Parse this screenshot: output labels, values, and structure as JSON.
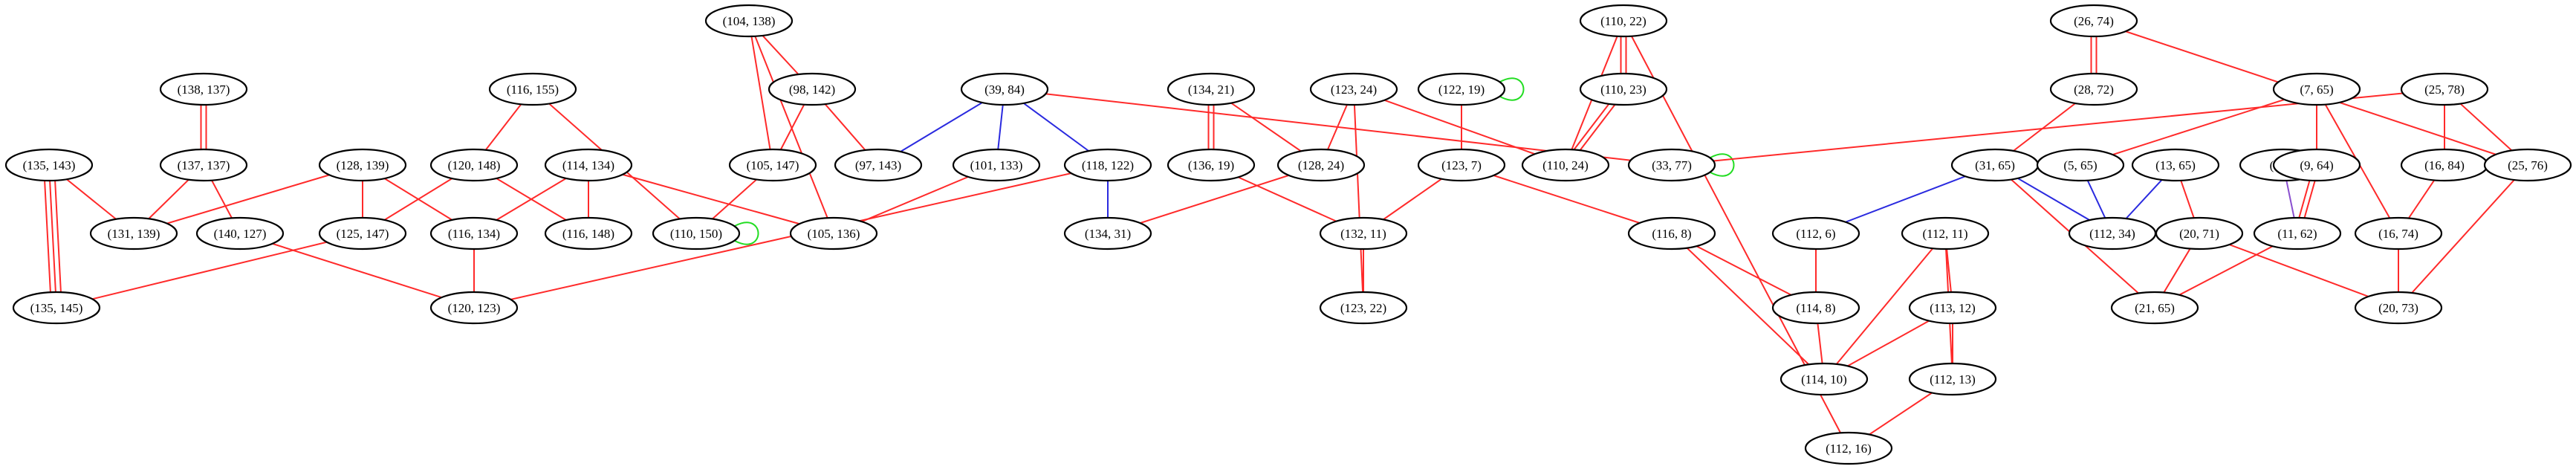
{
  "colors": {
    "red": "#ff2a2a",
    "blue": "#2a2adf",
    "green": "#22dd22",
    "purple": "#8a4fcf"
  },
  "nodes": [
    {
      "id": "n_104_138",
      "label": "(104, 138)"
    },
    {
      "id": "n_98_142",
      "label": "(98, 142)"
    },
    {
      "id": "n_105_147",
      "label": "(105, 147)"
    },
    {
      "id": "n_97_143",
      "label": "(97, 143)"
    },
    {
      "id": "n_105_136",
      "label": "(105, 136)"
    },
    {
      "id": "n_138_137",
      "label": "(138, 137)"
    },
    {
      "id": "n_137_137",
      "label": "(137, 137)"
    },
    {
      "id": "n_131_139",
      "label": "(131, 139)"
    },
    {
      "id": "n_140_127",
      "label": "(140, 127)"
    },
    {
      "id": "n_135_143",
      "label": "(135, 143)"
    },
    {
      "id": "n_135_145",
      "label": "(135, 145)"
    },
    {
      "id": "n_128_139",
      "label": "(128, 139)"
    },
    {
      "id": "n_125_147",
      "label": "(125, 147)"
    },
    {
      "id": "n_116_134",
      "label": "(116, 134)"
    },
    {
      "id": "n_120_123",
      "label": "(120, 123)"
    },
    {
      "id": "n_116_155",
      "label": "(116, 155)"
    },
    {
      "id": "n_120_148",
      "label": "(120, 148)"
    },
    {
      "id": "n_114_134",
      "label": "(114, 134)"
    },
    {
      "id": "n_116_148",
      "label": "(116, 148)"
    },
    {
      "id": "n_110_150",
      "label": "(110, 150)"
    },
    {
      "id": "n_39_84",
      "label": "(39, 84)"
    },
    {
      "id": "n_101_133",
      "label": "(101, 133)"
    },
    {
      "id": "n_118_122",
      "label": "(118, 122)"
    },
    {
      "id": "n_134_31",
      "label": "(134, 31)"
    },
    {
      "id": "n_134_21",
      "label": "(134, 21)"
    },
    {
      "id": "n_136_19",
      "label": "(136, 19)"
    },
    {
      "id": "n_128_24",
      "label": "(128, 24)"
    },
    {
      "id": "n_132_11",
      "label": "(132, 11)"
    },
    {
      "id": "n_123_22",
      "label": "(123, 22)"
    },
    {
      "id": "n_123_24",
      "label": "(123, 24)"
    },
    {
      "id": "n_122_19",
      "label": "(122, 19)"
    },
    {
      "id": "n_123_7",
      "label": "(123, 7)"
    },
    {
      "id": "n_110_22",
      "label": "(110, 22)"
    },
    {
      "id": "n_110_23",
      "label": "(110, 23)"
    },
    {
      "id": "n_110_24",
      "label": "(110, 24)"
    },
    {
      "id": "n_33_77",
      "label": "(33, 77)"
    },
    {
      "id": "n_116_8",
      "label": "(116, 8)"
    },
    {
      "id": "n_114_8",
      "label": "(114, 8)"
    },
    {
      "id": "n_114_10",
      "label": "(114, 10)"
    },
    {
      "id": "n_112_6",
      "label": "(112, 6)"
    },
    {
      "id": "n_112_11",
      "label": "(112, 11)"
    },
    {
      "id": "n_113_12",
      "label": "(113, 12)"
    },
    {
      "id": "n_112_13",
      "label": "(112, 13)"
    },
    {
      "id": "n_112_16",
      "label": "(112, 16)"
    },
    {
      "id": "n_26_74",
      "label": "(26, 74)"
    },
    {
      "id": "n_28_72",
      "label": "(28, 72)"
    },
    {
      "id": "n_31_65",
      "label": "(31, 65)"
    },
    {
      "id": "n_5_65",
      "label": "(5, 65)"
    },
    {
      "id": "n_112_34",
      "label": "(112, 34)"
    },
    {
      "id": "n_13_65",
      "label": "(13, 65)"
    },
    {
      "id": "n_20_71",
      "label": "(20, 71)"
    },
    {
      "id": "n_21_65",
      "label": "(21, 65)"
    },
    {
      "id": "n_0_0",
      "label": "(0, 0)"
    },
    {
      "id": "n_7_65",
      "label": "(7, 65)"
    },
    {
      "id": "n_9_64",
      "label": "(9, 64)"
    },
    {
      "id": "n_11_62",
      "label": "(11, 62)"
    },
    {
      "id": "n_25_78",
      "label": "(25, 78)"
    },
    {
      "id": "n_16_84",
      "label": "(16, 84)"
    },
    {
      "id": "n_16_74",
      "label": "(16, 74)"
    },
    {
      "id": "n_25_76",
      "label": "(25, 76)"
    },
    {
      "id": "n_20_73",
      "label": "(20, 73)"
    }
  ],
  "edges": [
    {
      "from": "n_104_138",
      "to": "n_98_142",
      "color": "red"
    },
    {
      "from": "n_104_138",
      "to": "n_105_147",
      "color": "red"
    },
    {
      "from": "n_104_138",
      "to": "n_105_136",
      "color": "red"
    },
    {
      "from": "n_98_142",
      "to": "n_105_147",
      "color": "red"
    },
    {
      "from": "n_98_142",
      "to": "n_97_143",
      "color": "red"
    },
    {
      "from": "n_105_147",
      "to": "n_110_150",
      "color": "red"
    },
    {
      "from": "n_138_137",
      "to": "n_137_137",
      "color": "red"
    },
    {
      "from": "n_138_137",
      "to": "n_137_137",
      "color": "red"
    },
    {
      "from": "n_137_137",
      "to": "n_131_139",
      "color": "red"
    },
    {
      "from": "n_137_137",
      "to": "n_140_127",
      "color": "red"
    },
    {
      "from": "n_135_143",
      "to": "n_135_145",
      "color": "red"
    },
    {
      "from": "n_135_143",
      "to": "n_135_145",
      "color": "red"
    },
    {
      "from": "n_135_143",
      "to": "n_135_145",
      "color": "red"
    },
    {
      "from": "n_135_143",
      "to": "n_131_139",
      "color": "red"
    },
    {
      "from": "n_128_139",
      "to": "n_131_139",
      "color": "red"
    },
    {
      "from": "n_128_139",
      "to": "n_125_147",
      "color": "red"
    },
    {
      "from": "n_128_139",
      "to": "n_116_134",
      "color": "red"
    },
    {
      "from": "n_140_127",
      "to": "n_120_123",
      "color": "red"
    },
    {
      "from": "n_125_147",
      "to": "n_135_145",
      "color": "red"
    },
    {
      "from": "n_116_134",
      "to": "n_120_123",
      "color": "red"
    },
    {
      "from": "n_116_155",
      "to": "n_120_148",
      "color": "red"
    },
    {
      "from": "n_116_155",
      "to": "n_110_150",
      "color": "red"
    },
    {
      "from": "n_120_148",
      "to": "n_125_147",
      "color": "red"
    },
    {
      "from": "n_120_148",
      "to": "n_116_148",
      "color": "red"
    },
    {
      "from": "n_114_134",
      "to": "n_116_134",
      "color": "red"
    },
    {
      "from": "n_114_134",
      "to": "n_116_148",
      "color": "red"
    },
    {
      "from": "n_114_134",
      "to": "n_105_136",
      "color": "red"
    },
    {
      "from": "n_110_150",
      "to": "n_110_150",
      "color": "green",
      "loop": true
    },
    {
      "from": "n_39_84",
      "to": "n_97_143",
      "color": "blue"
    },
    {
      "from": "n_39_84",
      "to": "n_101_133",
      "color": "blue"
    },
    {
      "from": "n_39_84",
      "to": "n_118_122",
      "color": "blue"
    },
    {
      "from": "n_39_84",
      "to": "n_33_77",
      "color": "red"
    },
    {
      "from": "n_101_133",
      "to": "n_105_136",
      "color": "red"
    },
    {
      "from": "n_118_122",
      "to": "n_134_31",
      "color": "blue"
    },
    {
      "from": "n_118_122",
      "to": "n_120_123",
      "color": "red"
    },
    {
      "from": "n_134_21",
      "to": "n_136_19",
      "color": "red"
    },
    {
      "from": "n_134_21",
      "to": "n_136_19",
      "color": "red"
    },
    {
      "from": "n_134_21",
      "to": "n_128_24",
      "color": "red"
    },
    {
      "from": "n_136_19",
      "to": "n_132_11",
      "color": "red"
    },
    {
      "from": "n_128_24",
      "to": "n_134_31",
      "color": "red"
    },
    {
      "from": "n_123_24",
      "to": "n_128_24",
      "color": "red"
    },
    {
      "from": "n_123_24",
      "to": "n_123_22",
      "color": "red"
    },
    {
      "from": "n_123_24",
      "to": "n_110_24",
      "color": "red"
    },
    {
      "from": "n_132_11",
      "to": "n_123_22",
      "color": "red"
    },
    {
      "from": "n_122_19",
      "to": "n_122_19",
      "color": "green",
      "loop": true
    },
    {
      "from": "n_122_19",
      "to": "n_123_7",
      "color": "red"
    },
    {
      "from": "n_123_7",
      "to": "n_132_11",
      "color": "red"
    },
    {
      "from": "n_123_7",
      "to": "n_116_8",
      "color": "red"
    },
    {
      "from": "n_110_22",
      "to": "n_110_23",
      "color": "red"
    },
    {
      "from": "n_110_22",
      "to": "n_110_23",
      "color": "red"
    },
    {
      "from": "n_110_22",
      "to": "n_110_24",
      "color": "red"
    },
    {
      "from": "n_110_22",
      "to": "n_112_16",
      "color": "red"
    },
    {
      "from": "n_110_23",
      "to": "n_110_24",
      "color": "red"
    },
    {
      "from": "n_110_23",
      "to": "n_110_24",
      "color": "red"
    },
    {
      "from": "n_33_77",
      "to": "n_33_77",
      "color": "green",
      "loop": true
    },
    {
      "from": "n_25_78",
      "to": "n_33_77",
      "color": "red"
    },
    {
      "from": "n_116_8",
      "to": "n_114_8",
      "color": "red"
    },
    {
      "from": "n_116_8",
      "to": "n_114_10",
      "color": "red"
    },
    {
      "from": "n_112_6",
      "to": "n_114_8",
      "color": "red"
    },
    {
      "from": "n_114_8",
      "to": "n_114_10",
      "color": "red"
    },
    {
      "from": "n_112_11",
      "to": "n_113_12",
      "color": "red"
    },
    {
      "from": "n_112_11",
      "to": "n_114_10",
      "color": "red"
    },
    {
      "from": "n_112_11",
      "to": "n_112_13",
      "color": "red"
    },
    {
      "from": "n_113_12",
      "to": "n_114_10",
      "color": "red"
    },
    {
      "from": "n_113_12",
      "to": "n_112_13",
      "color": "red"
    },
    {
      "from": "n_112_13",
      "to": "n_112_16",
      "color": "red"
    },
    {
      "from": "n_26_74",
      "to": "n_28_72",
      "color": "red"
    },
    {
      "from": "n_26_74",
      "to": "n_28_72",
      "color": "red"
    },
    {
      "from": "n_26_74",
      "to": "n_25_76",
      "color": "red"
    },
    {
      "from": "n_28_72",
      "to": "n_31_65",
      "color": "red"
    },
    {
      "from": "n_31_65",
      "to": "n_112_6",
      "color": "blue"
    },
    {
      "from": "n_31_65",
      "to": "n_112_34",
      "color": "blue"
    },
    {
      "from": "n_31_65",
      "to": "n_21_65",
      "color": "red"
    },
    {
      "from": "n_5_65",
      "to": "n_112_34",
      "color": "blue"
    },
    {
      "from": "n_13_65",
      "to": "n_112_34",
      "color": "blue"
    },
    {
      "from": "n_13_65",
      "to": "n_20_71",
      "color": "red"
    },
    {
      "from": "n_20_71",
      "to": "n_21_65",
      "color": "red"
    },
    {
      "from": "n_20_71",
      "to": "n_20_73",
      "color": "red"
    },
    {
      "from": "n_0_0",
      "to": "n_11_62",
      "color": "purple"
    },
    {
      "from": "n_7_65",
      "to": "n_5_65",
      "color": "red"
    },
    {
      "from": "n_7_65",
      "to": "n_9_64",
      "color": "red"
    },
    {
      "from": "n_7_65",
      "to": "n_16_74",
      "color": "red"
    },
    {
      "from": "n_9_64",
      "to": "n_11_62",
      "color": "red"
    },
    {
      "from": "n_9_64",
      "to": "n_11_62",
      "color": "red"
    },
    {
      "from": "n_11_62",
      "to": "n_21_65",
      "color": "red"
    },
    {
      "from": "n_25_78",
      "to": "n_16_84",
      "color": "red"
    },
    {
      "from": "n_25_78",
      "to": "n_25_76",
      "color": "red"
    },
    {
      "from": "n_16_84",
      "to": "n_16_74",
      "color": "red"
    },
    {
      "from": "n_16_74",
      "to": "n_20_73",
      "color": "red"
    },
    {
      "from": "n_25_76",
      "to": "n_20_73",
      "color": "red"
    }
  ]
}
